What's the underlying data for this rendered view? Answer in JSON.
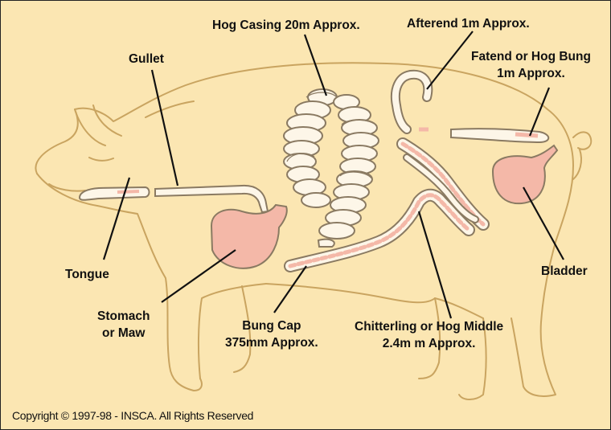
{
  "labels": {
    "hog_casing": "Hog Casing 20m Approx.",
    "afterend": "Afterend 1m Approx.",
    "gullet": "Gullet",
    "fatend_line1": "Fatend or Hog Bung",
    "fatend_line2": "1m Approx.",
    "tongue": "Tongue",
    "bladder": "Bladder",
    "stomach_line1": "Stomach",
    "stomach_line2": "or Maw",
    "bung_cap_line1": "Bung Cap",
    "bung_cap_line2": "375mm Approx.",
    "chitterling_line1": "Chitterling or Hog Middle",
    "chitterling_line2": "2.4m m Approx."
  },
  "footer": {
    "copyright": "Copyright © 1997-98 - INSCA. All Rights Reserved"
  },
  "colors": {
    "background": "#fbe6b2",
    "pig_outline": "#c9a460",
    "organ_fill": "#f4b8a8",
    "organ_outline": "#8a7a62",
    "casing_fill": "#fdf6e8",
    "leader_line": "#111111"
  }
}
